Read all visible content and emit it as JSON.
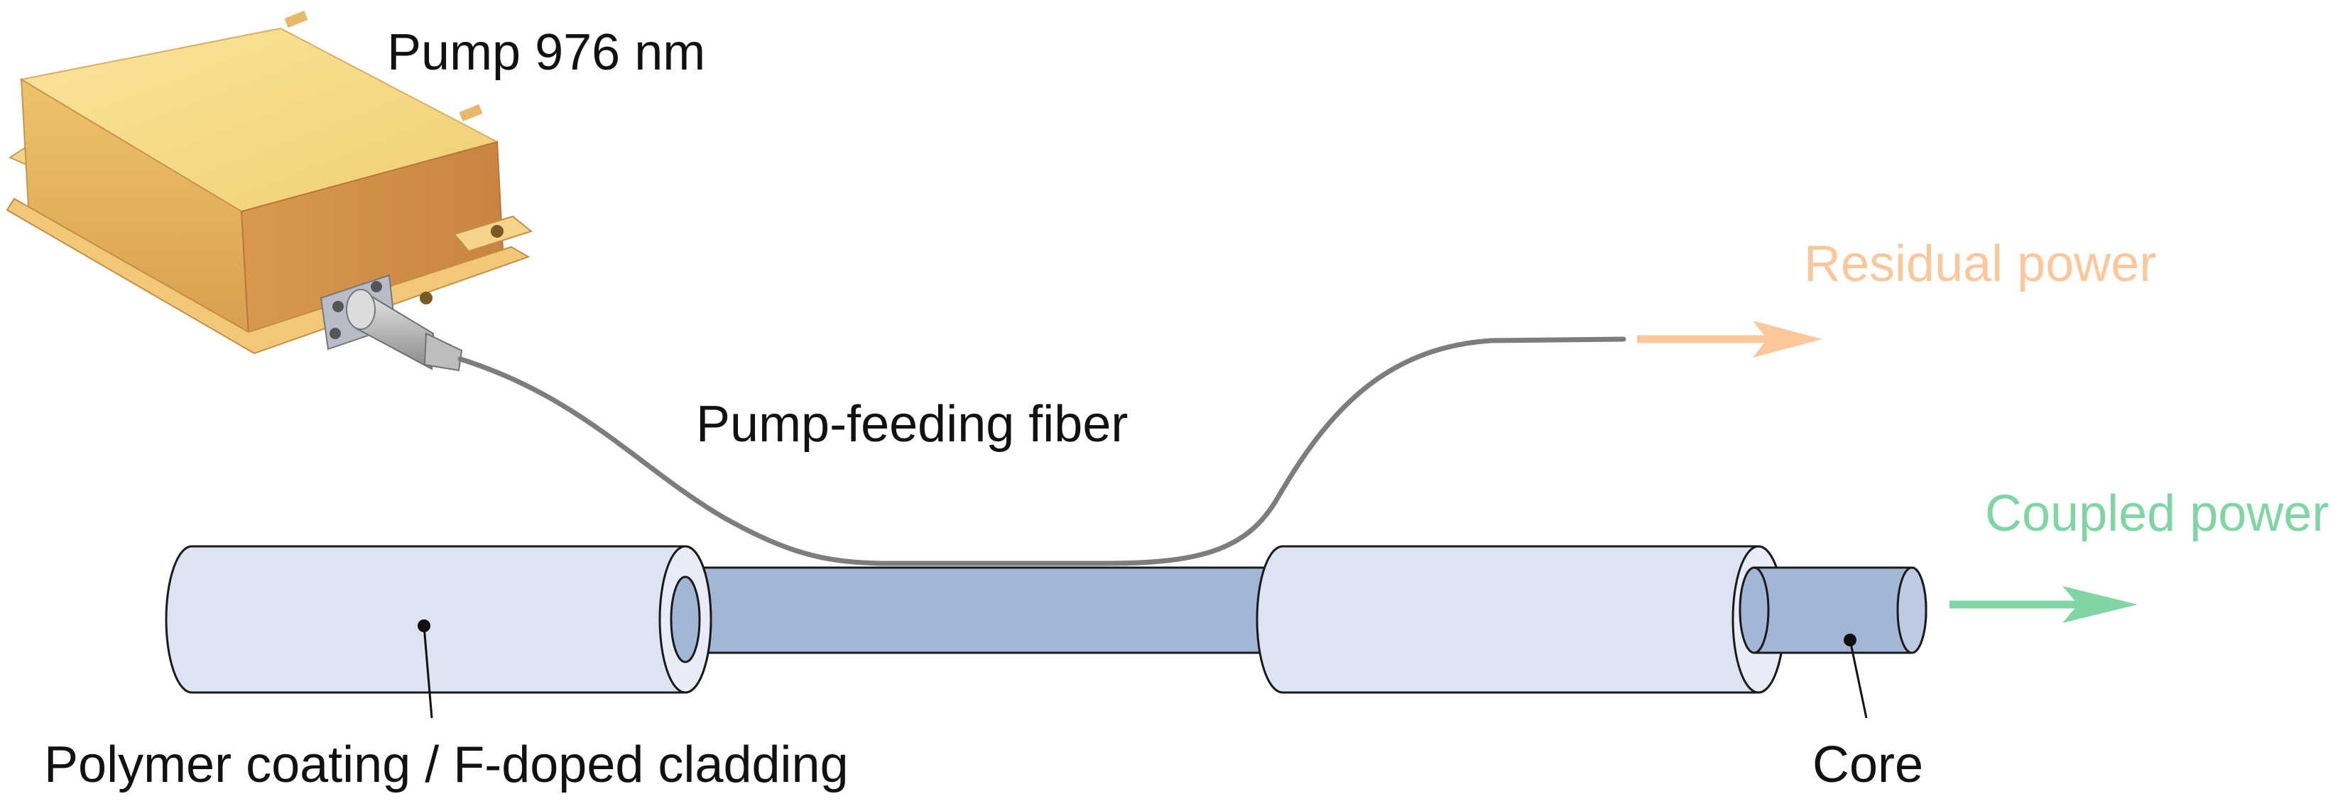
{
  "labels": {
    "pump": "Pump 976 nm",
    "pump_feeding_fiber": "Pump-feeding fiber",
    "residual_power": "Residual power",
    "coupled_power": "Coupled power",
    "coating": "Polymer coating / F-doped cladding",
    "core": "Core"
  },
  "colors": {
    "residual_power": "#fcc89b",
    "coupled_power": "#7fd6a4",
    "coating": "#dee3f1",
    "core": "#a4b6d5",
    "pump_body": "#f1cc72",
    "fiber": "#7d7d7d"
  }
}
